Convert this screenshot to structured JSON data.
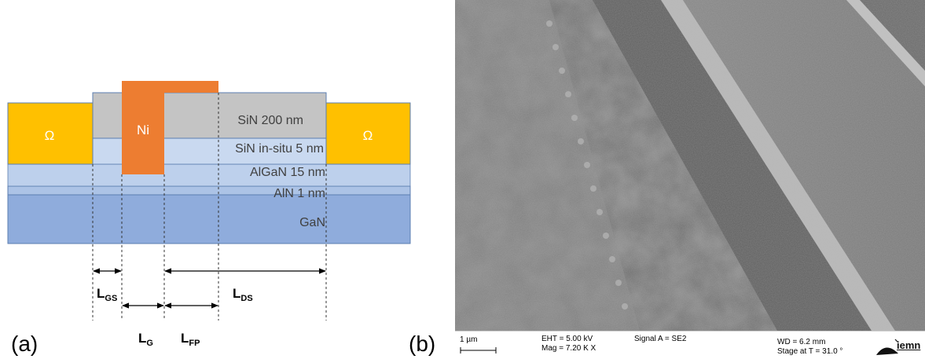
{
  "panel_a": {
    "label": "(a)",
    "ohmic_left": "Ω",
    "ohmic_right": "Ω",
    "gate": "Ni",
    "layers": {
      "sin_passivation": "SiN 200 nm",
      "sin_insitu": "SiN in-situ 5 nm",
      "algan": "AlGaN 15 nm",
      "aln": "AlN 1 nm",
      "gan": "GaN"
    },
    "dimensions": {
      "lgs": {
        "main": "L",
        "sub": "GS"
      },
      "lg": {
        "main": "L",
        "sub": "G"
      },
      "lfp": {
        "main": "L",
        "sub": "FP"
      },
      "lds": {
        "main": "L",
        "sub": "DS"
      }
    },
    "colors": {
      "ohmic": "#FFC000",
      "gate": "#ED7D31",
      "sin": "#C4C4C4",
      "algan": "#BDD0EC",
      "aln": "#ACC3E6",
      "gan": "#8FACDC",
      "outline": "#5B7EB0"
    }
  },
  "panel_b": {
    "label": "(b)",
    "scale_bar": "1 µm",
    "eht": "EHT =  5.00 kV",
    "mag": "Mag =   7.20 K X",
    "signal": "Signal A = SE2",
    "wd": "WD =  6.2 mm",
    "stage": "Stage at T =  31.0 °",
    "logo": "iemn"
  }
}
